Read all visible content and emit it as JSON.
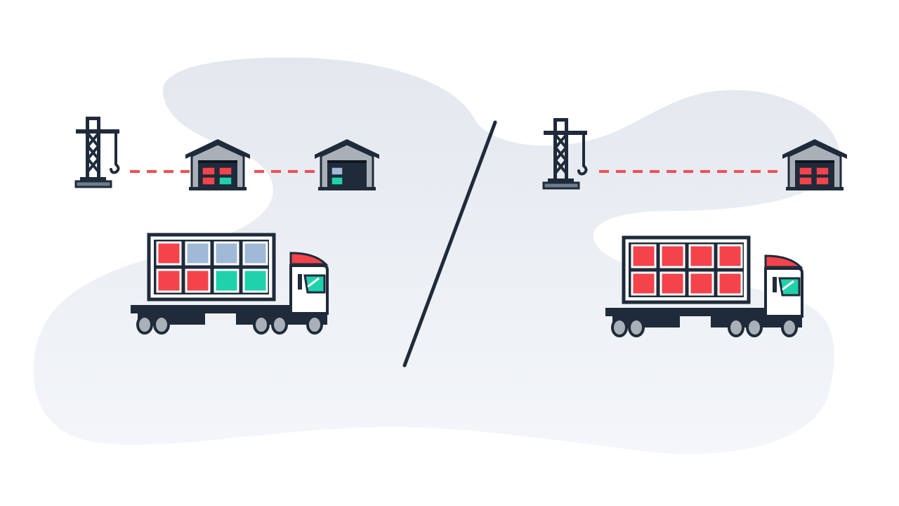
{
  "colors": {
    "background": "#ffffff",
    "blob_top": "#e3e8ef",
    "blob_bottom": "#f4f6f9",
    "outline": "#1f2b3a",
    "red": "#f4434a",
    "light_blue": "#9fb9d6",
    "green": "#1fd2ac",
    "gray": "#aab0b8",
    "white": "#ffffff",
    "dash": "#f05054"
  },
  "scenes": [
    {
      "id": "left",
      "route": [
        "crane-icon",
        "warehouse-icon",
        "warehouse-icon"
      ],
      "warehouses": [
        {
          "door_boxes": [
            "red",
            "red",
            "red",
            "green"
          ]
        },
        {
          "door_boxes": [
            "light_blue",
            "green"
          ]
        }
      ],
      "truck_cargo_rows": [
        [
          "red",
          "light_blue",
          "light_blue",
          "light_blue"
        ],
        [
          "red",
          "red",
          "green",
          "green"
        ]
      ]
    },
    {
      "id": "right",
      "route": [
        "crane-icon",
        "warehouse-icon"
      ],
      "warehouses": [
        {
          "door_boxes": [
            "red",
            "red",
            "red",
            "red"
          ]
        }
      ],
      "truck_cargo_rows": [
        [
          "red",
          "red",
          "red",
          "red"
        ],
        [
          "red",
          "red",
          "red",
          "red"
        ]
      ]
    }
  ],
  "divider": "slash"
}
